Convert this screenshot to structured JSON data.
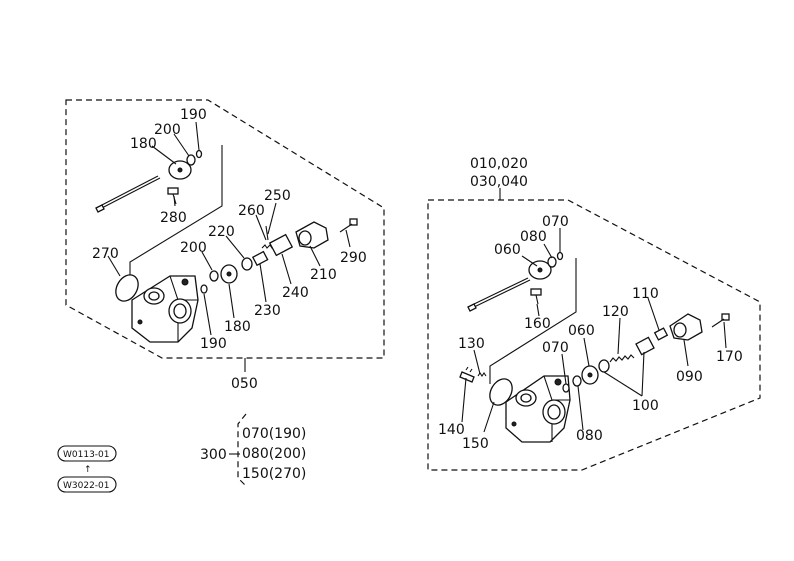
{
  "left_assembly": {
    "group_label": "050",
    "callouts": [
      "190",
      "200",
      "180",
      "280",
      "270",
      "260",
      "250",
      "220",
      "200",
      "180",
      "190",
      "230",
      "240",
      "210",
      "290"
    ]
  },
  "right_assembly": {
    "group_label_line1": "010,020",
    "group_label_line2": "030,040",
    "callouts": [
      "070",
      "080",
      "060",
      "160",
      "110",
      "120",
      "060",
      "070",
      "130",
      "140",
      "150",
      "080",
      "100",
      "090",
      "170"
    ]
  },
  "kit": {
    "number": "300",
    "rows": [
      "070(190)",
      "080(200)",
      "150(270)"
    ]
  },
  "references": {
    "top": "W0113-01",
    "arrow": "↑",
    "bottom": "W3022-01"
  }
}
